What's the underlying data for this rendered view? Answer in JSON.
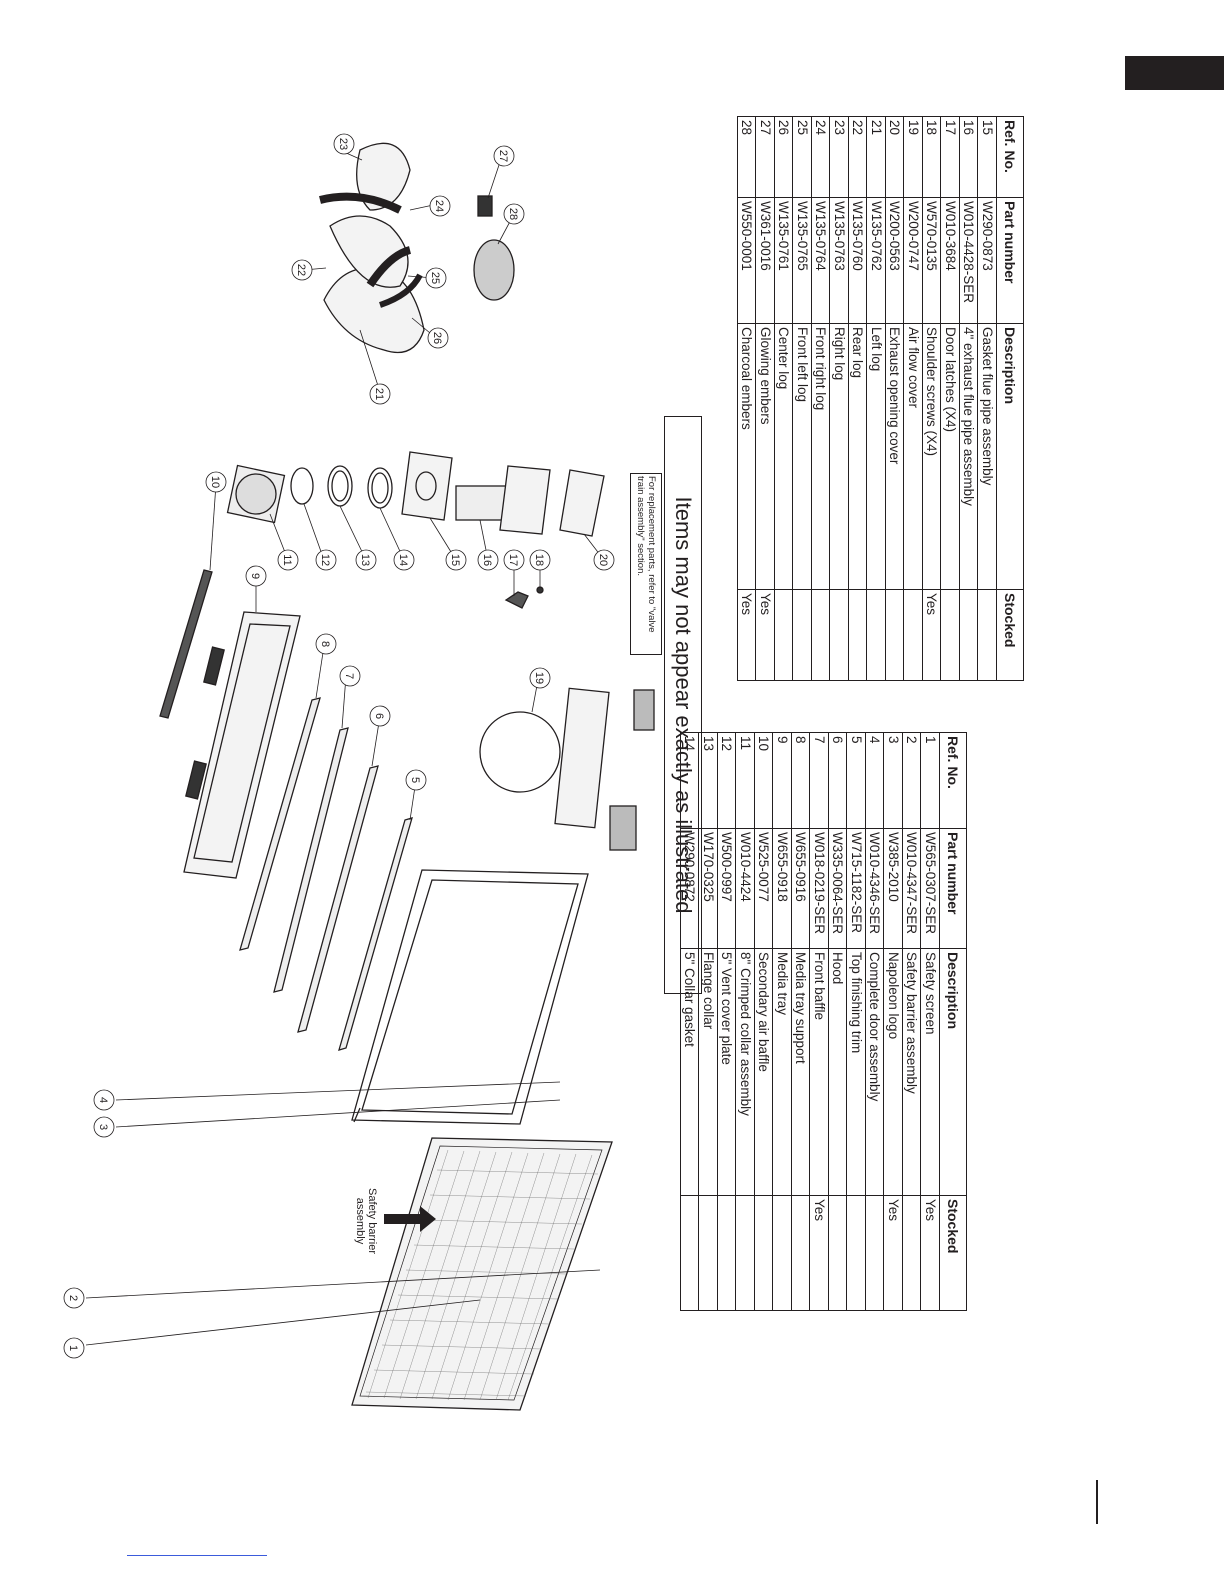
{
  "banner": "Items may not appear exactly as illustrated",
  "valve_note": "For replacement parts, refer to \"valve train assembly\" section.",
  "safety_barrier_label": "Safety barrier assembly",
  "table_headers": {
    "ref": "Ref. No.",
    "part": "Part number",
    "desc": "Description",
    "stock": "Stocked"
  },
  "table_left": [
    {
      "ref": "1",
      "part": "W565-0307-SER",
      "desc": "Safety screen",
      "stock": "Yes"
    },
    {
      "ref": "2",
      "part": "W010-4347-SER",
      "desc": "Safety barrier assembly",
      "stock": ""
    },
    {
      "ref": "3",
      "part": "W385-2010",
      "desc": "Napoleon logo",
      "stock": "Yes"
    },
    {
      "ref": "4",
      "part": "W010-4346-SER",
      "desc": "Complete door assembly",
      "stock": ""
    },
    {
      "ref": "5",
      "part": "W715-1182-SER",
      "desc": "Top finishing trim",
      "stock": ""
    },
    {
      "ref": "6",
      "part": "W335-0064-SER",
      "desc": "Hood",
      "stock": ""
    },
    {
      "ref": "7",
      "part": "W018-0219-SER",
      "desc": "Front baffle",
      "stock": "Yes"
    },
    {
      "ref": "8",
      "part": "W655-0916",
      "desc": "Media tray support",
      "stock": ""
    },
    {
      "ref": "9",
      "part": "W655-0918",
      "desc": "Media tray",
      "stock": ""
    },
    {
      "ref": "10",
      "part": "W525-0077",
      "desc": "Secondary air baffle",
      "stock": ""
    },
    {
      "ref": "11",
      "part": "W010-4424",
      "desc": "8\" Crimped collar assembly",
      "stock": ""
    },
    {
      "ref": "12",
      "part": "W500-0997",
      "desc": "5\" Vent cover plate",
      "stock": ""
    },
    {
      "ref": "13",
      "part": "W170-0325",
      "desc": "Flange collar",
      "stock": ""
    },
    {
      "ref": "14",
      "part": "W290-0872",
      "desc": "5\" Collar gasket",
      "stock": ""
    }
  ],
  "table_right": [
    {
      "ref": "15",
      "part": "W290-0873",
      "desc": "Gasket flue pipe assembly",
      "stock": ""
    },
    {
      "ref": "16",
      "part": "W010-4428-SER",
      "desc": "4\" exhaust flue pipe assembly",
      "stock": ""
    },
    {
      "ref": "17",
      "part": "W010-3684",
      "desc": "Door latches (X4)",
      "stock": ""
    },
    {
      "ref": "18",
      "part": "W570-0135",
      "desc": "Shoulder screws (X4)",
      "stock": "Yes"
    },
    {
      "ref": "19",
      "part": "W200-0747",
      "desc": "Air flow cover",
      "stock": ""
    },
    {
      "ref": "20",
      "part": "W200-0563",
      "desc": "Exhaust opening cover",
      "stock": ""
    },
    {
      "ref": "21",
      "part": "W135-0762",
      "desc": "Left log",
      "stock": ""
    },
    {
      "ref": "22",
      "part": "W135-0760",
      "desc": "Rear log",
      "stock": ""
    },
    {
      "ref": "23",
      "part": "W135-0763",
      "desc": "Right log",
      "stock": ""
    },
    {
      "ref": "24",
      "part": "W135-0764",
      "desc": "Front right log",
      "stock": ""
    },
    {
      "ref": "25",
      "part": "W135-0765",
      "desc": "Front left log",
      "stock": ""
    },
    {
      "ref": "26",
      "part": "W135-0761",
      "desc": "Center log",
      "stock": ""
    },
    {
      "ref": "27",
      "part": "W361-0016",
      "desc": "Glowing embers",
      "stock": "Yes"
    },
    {
      "ref": "28",
      "part": "W550-0001",
      "desc": "Charcoal embers",
      "stock": "Yes"
    }
  ],
  "callout_numbers": [
    "1",
    "2",
    "3",
    "4",
    "5",
    "6",
    "7",
    "8",
    "9",
    "10",
    "11",
    "12",
    "13",
    "14",
    "15",
    "16",
    "17",
    "18",
    "19",
    "20",
    "21",
    "22",
    "23",
    "24",
    "25",
    "26",
    "27",
    "28"
  ]
}
